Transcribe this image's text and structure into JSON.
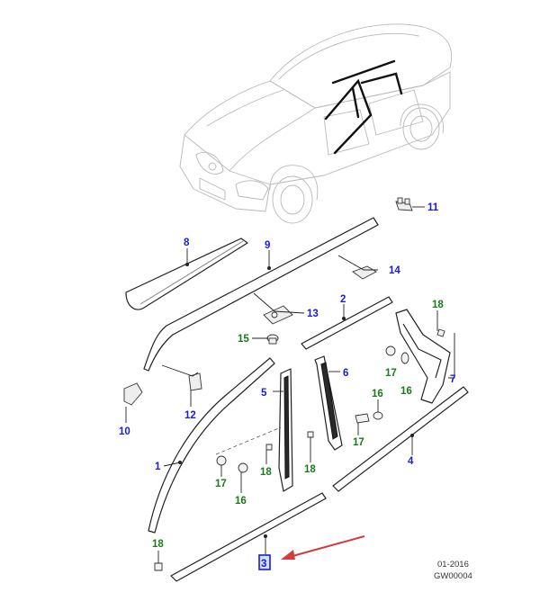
{
  "colors": {
    "label_blue": "#1a1ad8",
    "label_green": "#1a7a1a",
    "arrow_red": "#d63a3a",
    "highlight_border": "#1a1ad8",
    "highlight_fill": "#cfe0ff"
  },
  "callouts": [
    {
      "id": "lbl-11",
      "text": "11",
      "color": "blue"
    },
    {
      "id": "lbl-8",
      "text": "8",
      "color": "blue"
    },
    {
      "id": "lbl-9",
      "text": "9",
      "color": "blue"
    },
    {
      "id": "lbl-14",
      "text": "14",
      "color": "blue"
    },
    {
      "id": "lbl-2",
      "text": "2",
      "color": "blue"
    },
    {
      "id": "lbl-13",
      "text": "13",
      "color": "blue"
    },
    {
      "id": "lbl-18a",
      "text": "18",
      "color": "green"
    },
    {
      "id": "lbl-15",
      "text": "15",
      "color": "green"
    },
    {
      "id": "lbl-17a",
      "text": "17",
      "color": "green"
    },
    {
      "id": "lbl-16a",
      "text": "16",
      "color": "green"
    },
    {
      "id": "lbl-7",
      "text": "7",
      "color": "blue"
    },
    {
      "id": "lbl-6",
      "text": "6",
      "color": "blue"
    },
    {
      "id": "lbl-5",
      "text": "5",
      "color": "blue"
    },
    {
      "id": "lbl-12",
      "text": "12",
      "color": "blue"
    },
    {
      "id": "lbl-10",
      "text": "10",
      "color": "blue"
    },
    {
      "id": "lbl-16b",
      "text": "16",
      "color": "green"
    },
    {
      "id": "lbl-17b",
      "text": "17",
      "color": "green"
    },
    {
      "id": "lbl-4",
      "text": "4",
      "color": "blue"
    },
    {
      "id": "lbl-1",
      "text": "1",
      "color": "blue"
    },
    {
      "id": "lbl-18b",
      "text": "18",
      "color": "green"
    },
    {
      "id": "lbl-18c",
      "text": "18",
      "color": "green"
    },
    {
      "id": "lbl-17c",
      "text": "17",
      "color": "green"
    },
    {
      "id": "lbl-16c",
      "text": "16",
      "color": "green"
    },
    {
      "id": "lbl-18d",
      "text": "18",
      "color": "green"
    },
    {
      "id": "lbl-3",
      "text": "3",
      "color": "blue",
      "highlighted": true
    }
  ],
  "footer": {
    "date": "01-2016",
    "code": "GW00004"
  }
}
